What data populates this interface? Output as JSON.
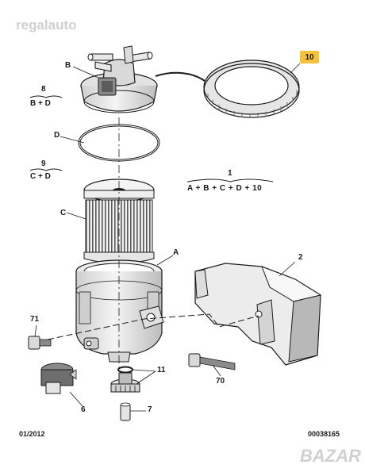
{
  "watermarks": {
    "top_left": "regalauto",
    "bottom_right": "BAZAR"
  },
  "colors": {
    "badge": "#f5c23a",
    "line": "#1a1a1a",
    "part_fill": "#eeeeee",
    "shade": "#b5b5b5"
  },
  "callouts": {
    "B": "B",
    "D": "D",
    "C": "C",
    "A": "A",
    "p8": "8",
    "p8_sub": "B + D",
    "p9": "9",
    "p9_sub": "C + D",
    "p1": "1",
    "p1_sub": "A + B + C + D + 10",
    "p10": "10",
    "p2": "2",
    "p71": "71",
    "p11": "11",
    "p70": "70",
    "p6": "6",
    "p7": "7"
  },
  "footer": {
    "date": "01/2012",
    "reference": "00038165"
  }
}
